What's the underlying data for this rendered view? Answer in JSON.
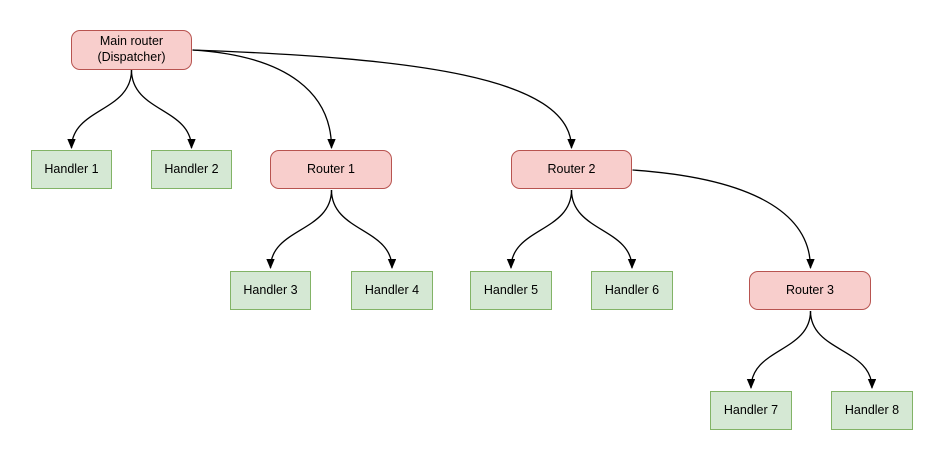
{
  "colors": {
    "background": "#ffffff",
    "router_fill": "#f8cecc",
    "router_stroke": "#b85450",
    "handler_fill": "#d5e8d4",
    "handler_stroke": "#82b366",
    "edge": "#000000",
    "text": "#000000"
  },
  "nodes": {
    "main": {
      "line1": "Main router",
      "line2": "(Dispatcher)",
      "type": "router"
    },
    "handler1": {
      "label": "Handler 1",
      "type": "handler"
    },
    "handler2": {
      "label": "Handler 2",
      "type": "handler"
    },
    "router1": {
      "label": "Router 1",
      "type": "router"
    },
    "router2": {
      "label": "Router 2",
      "type": "router"
    },
    "handler3": {
      "label": "Handler 3",
      "type": "handler"
    },
    "handler4": {
      "label": "Handler 4",
      "type": "handler"
    },
    "handler5": {
      "label": "Handler 5",
      "type": "handler"
    },
    "handler6": {
      "label": "Handler 6",
      "type": "handler"
    },
    "router3": {
      "label": "Router 3",
      "type": "router"
    },
    "handler7": {
      "label": "Handler 7",
      "type": "handler"
    },
    "handler8": {
      "label": "Handler 8",
      "type": "handler"
    }
  },
  "edges": [
    {
      "from": "main",
      "to": "handler1"
    },
    {
      "from": "main",
      "to": "handler2"
    },
    {
      "from": "main",
      "to": "router1"
    },
    {
      "from": "main",
      "to": "router2"
    },
    {
      "from": "router1",
      "to": "handler3"
    },
    {
      "from": "router1",
      "to": "handler4"
    },
    {
      "from": "router2",
      "to": "handler5"
    },
    {
      "from": "router2",
      "to": "handler6"
    },
    {
      "from": "router2",
      "to": "router3"
    },
    {
      "from": "router3",
      "to": "handler7"
    },
    {
      "from": "router3",
      "to": "handler8"
    }
  ]
}
